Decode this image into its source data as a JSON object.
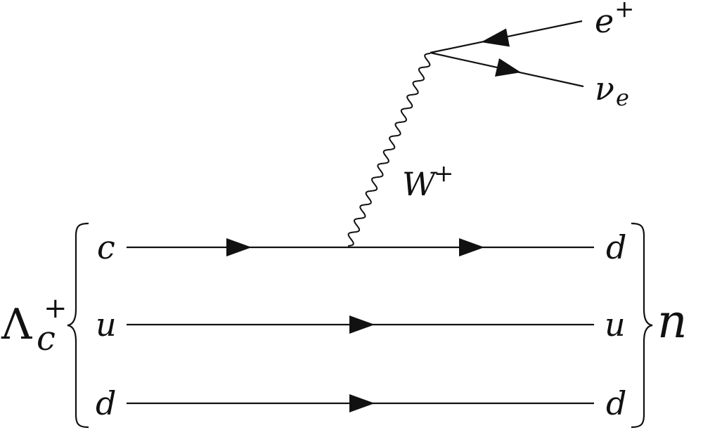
{
  "initial_baryon": {
    "symbol": "Λ",
    "subscript": "c",
    "superscript": "+"
  },
  "final_baryon": {
    "symbol": "n"
  },
  "quarks_in": [
    "c",
    "u",
    "d"
  ],
  "quarks_out": [
    "d",
    "u",
    "d"
  ],
  "boson": {
    "symbol": "W",
    "superscript": "+"
  },
  "leptons": [
    {
      "symbol": "e",
      "superscript": "+",
      "subscript": ""
    },
    {
      "symbol": "ν",
      "superscript": "",
      "subscript": "e"
    }
  ]
}
